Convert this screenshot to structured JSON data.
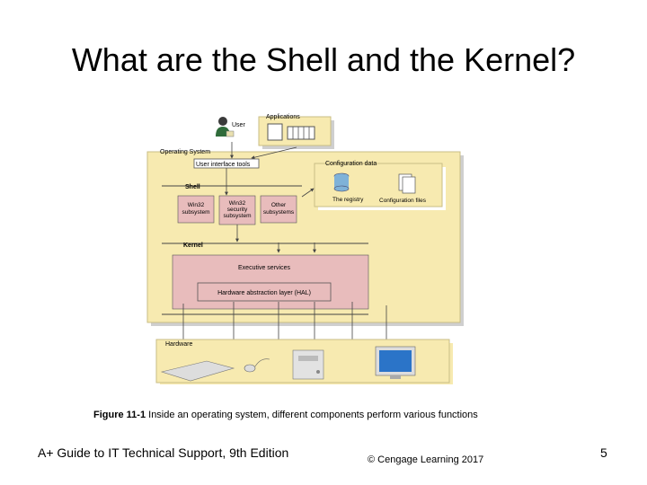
{
  "slide": {
    "title": "What are the Shell and the Kernel?",
    "caption_label": "Figure 11-1",
    "caption_text": " Inside an operating system, different components perform various functions",
    "footer_left": "A+ Guide to IT Technical Support, 9th Edition",
    "footer_mid": "© Cengage Learning 2017",
    "page_number": "5"
  },
  "diagram": {
    "user": "User",
    "applications": "Applications",
    "operating_system": "Operating System",
    "user_interface_tools": "User interface tools",
    "shell": "Shell",
    "win32_subsystem": [
      "Win32",
      "subsystem"
    ],
    "win32_security": [
      "Win32",
      "security",
      "subsystem"
    ],
    "other_subsystems": [
      "Other",
      "subsystems"
    ],
    "configuration_data": "Configuration data",
    "registry": "The registry",
    "configuration_files": "Configuration files",
    "kernel": "Kernel",
    "executive_services": "Executive services",
    "hal": "Hardware abstraction layer (HAL)",
    "hardware": "Hardware",
    "colors": {
      "panel": "#f7eab0",
      "panel_border": "#c9bd86",
      "pink": "#e8bcbc",
      "shadow": "#cfcfcf",
      "line": "#444444"
    }
  }
}
